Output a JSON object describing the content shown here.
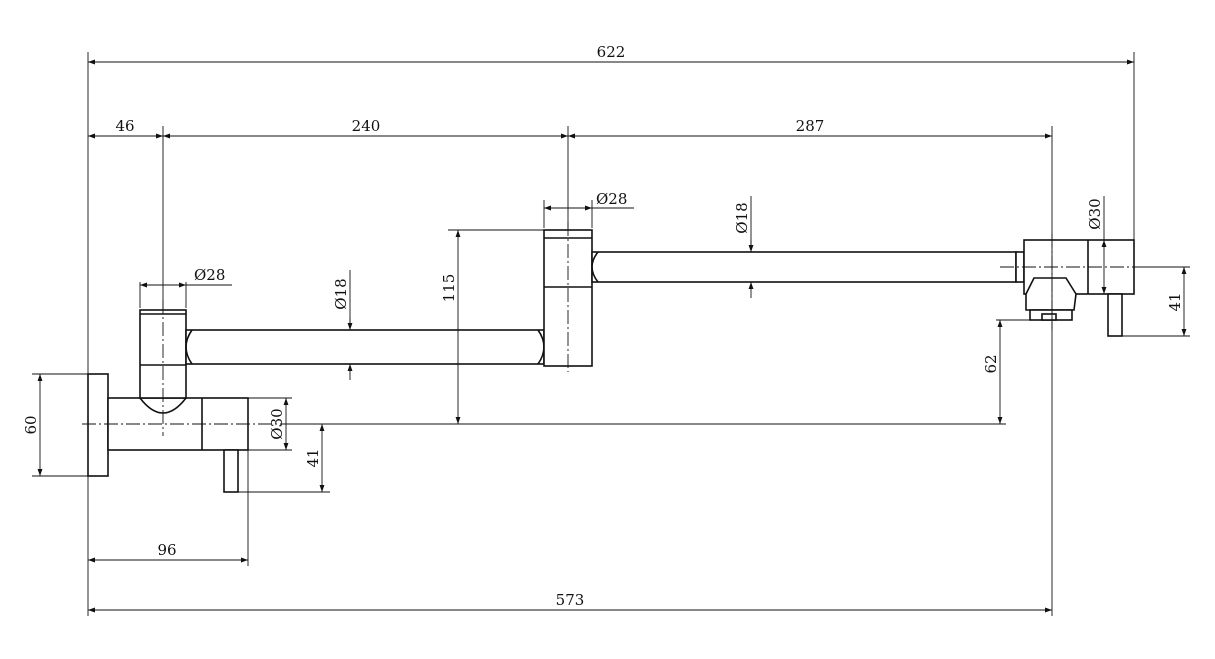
{
  "dimensions": {
    "overall_width": "622",
    "offset_46": "46",
    "arm_240": "240",
    "arm_287": "287",
    "inlet_96": "96",
    "base_573": "573",
    "flange_60": "60",
    "height_115": "115",
    "drop_62": "62",
    "handle_left_41": "41",
    "handle_right_41": "41",
    "dia_28_left": "Ø28",
    "dia_28_mid": "Ø28",
    "dia_18_left": "Ø18",
    "dia_18_right": "Ø18",
    "dia_30_left": "Ø30",
    "dia_30_right": "Ø30"
  }
}
